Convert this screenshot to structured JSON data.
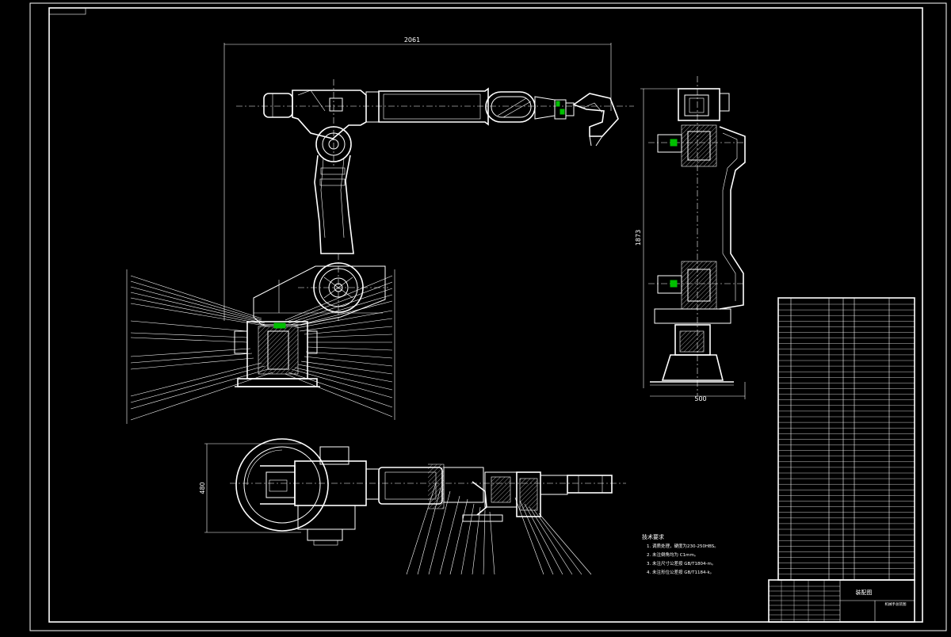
{
  "drawing": {
    "dimensions": {
      "arm_reach": "2061",
      "height": "1873",
      "base_width": "500",
      "top_view_width": "480"
    },
    "tech_notes": {
      "heading": "技术要求",
      "items": [
        "1. 调质处理，硬度为230-250HBS。",
        "2. 未注倒角均为 C1mm。",
        "3. 未注尺寸公差按 GB/T1804-m。",
        "4. 未注形位公差按 GB/T1184-k。"
      ]
    },
    "title_block": {
      "drawing_title": "装配图",
      "drawing_subtitle": "机械手总装图"
    },
    "colors": {
      "background": "#000000",
      "line": "#ffffff",
      "accent": "#00c000"
    }
  }
}
